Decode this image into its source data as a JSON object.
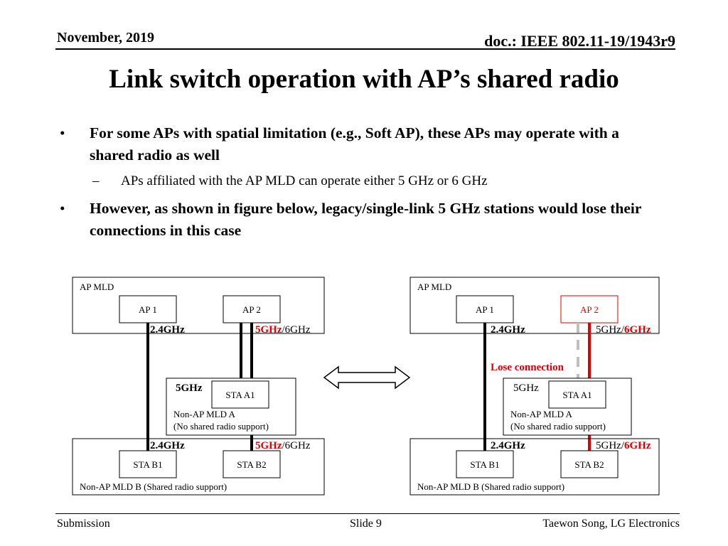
{
  "header": {
    "date": "November, 2019",
    "doc": "doc.: IEEE 802.11-19/1943r9"
  },
  "title": "Link switch operation with AP’s shared radio",
  "bullets": [
    {
      "text": "For some APs with spatial limitation (e.g., Soft AP), these APs may operate with a shared radio as well",
      "sub": "APs affiliated with the AP MLD can operate either 5 GHz or 6 GHz"
    },
    {
      "text": "However, as shown in figure below, legacy/single-link 5 GHz stations would lose their connections in this case"
    }
  ],
  "glyphs": {
    "bullet": "•",
    "dash": "–"
  },
  "diagram": {
    "left": {
      "ap_mld": "AP MLD",
      "ap1": "AP 1",
      "ap2": "AP 2",
      "band_24_top": "2.4GHz",
      "band_5_top": "5GHz",
      "band_6_top": "/6GHz",
      "sta_a_band": "5GHz",
      "sta_a1": "STA A1",
      "non_ap_a_line1": "Non-AP MLD A",
      "non_ap_a_line2": "(No shared radio support)",
      "band_24_bot": "2.4GHz",
      "band_5_bot": "5GHz",
      "band_6_bot": "/6GHz",
      "sta_b1": "STA B1",
      "sta_b2": "STA B2",
      "non_ap_b": "Non-AP MLD B (Shared radio support)"
    },
    "right": {
      "ap_mld": "AP MLD",
      "ap1": "AP 1",
      "ap2": "AP 2",
      "band_24_top": "2.4GHz",
      "band_5_top": "5GHz/",
      "band_6_top": "6GHz",
      "lose": "Lose connection",
      "sta_a_band": "5GHz",
      "sta_a1": "STA A1",
      "non_ap_a_line1": "Non-AP MLD A",
      "non_ap_a_line2": "(No shared radio support)",
      "band_24_bot": "2.4GHz",
      "band_5_bot": "5GHz/",
      "band_6_bot": "6GHz",
      "sta_b1": "STA B1",
      "sta_b2": "STA B2",
      "non_ap_b": "Non-AP MLD B (Shared radio support)"
    },
    "colors": {
      "highlight": "#e00000",
      "dashed": "#bfbfbf",
      "line": "#000000"
    }
  },
  "footer": {
    "left": "Submission",
    "center": "Slide 9",
    "right": "Taewon Song, LG Electronics"
  }
}
